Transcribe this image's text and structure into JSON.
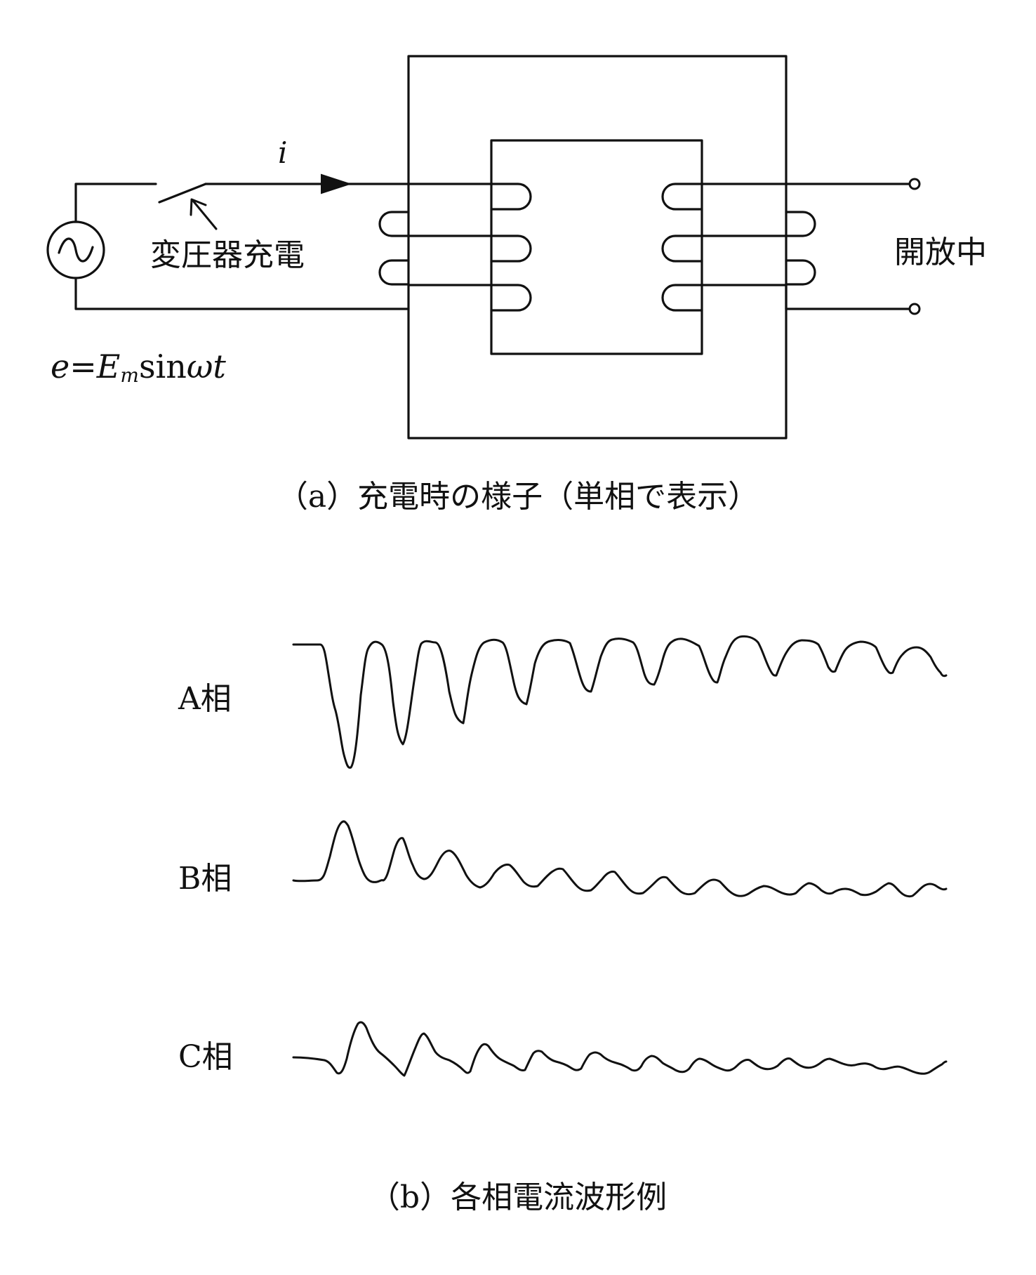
{
  "circuit": {
    "current_label": "i",
    "switch_label": "変圧器充電",
    "open_label": "開放中",
    "source_eq": {
      "e": "e",
      "eq": "=",
      "E": "E",
      "m": "m",
      "sin": "sin",
      "omega": "ω",
      "t": "t"
    }
  },
  "captions": {
    "a": "（a）充電時の様子（単相で表示）",
    "b": "（b）各相電流波形例"
  },
  "phases": [
    {
      "label": "A相"
    },
    {
      "label": "B相"
    },
    {
      "label": "C相"
    }
  ]
}
